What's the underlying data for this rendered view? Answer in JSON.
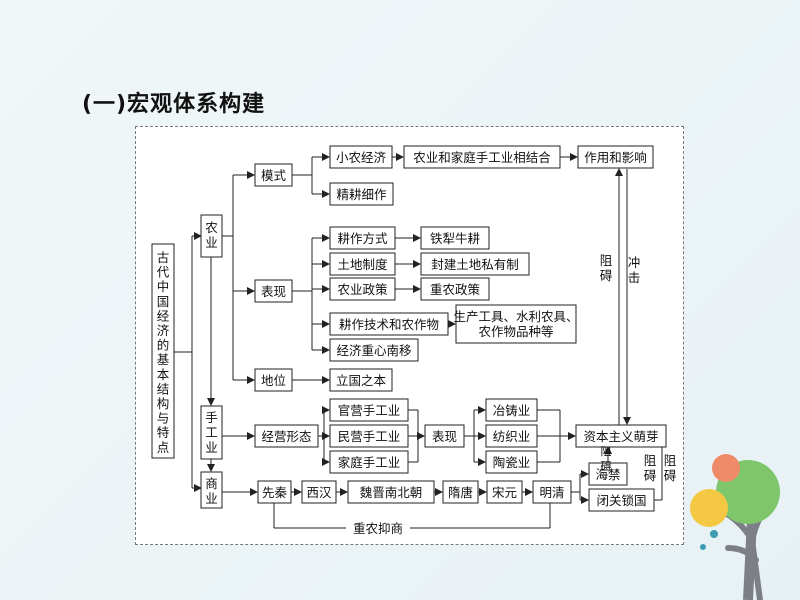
{
  "title": "(一)宏观体系构建",
  "nodes": {
    "root": "古代中国经济的基本结构与特点",
    "agri": "农业",
    "handi": "手工业",
    "comm": "商业",
    "mode": "模式",
    "smallfarm": "小农经济",
    "combine": "农业和家庭手工业相结合",
    "effect": "作用和影响",
    "intensive": "精耕细作",
    "perf": "表现",
    "farmway": "耕作方式",
    "ironox": "铁犁牛耕",
    "landsys": "土地制度",
    "feudalland": "封建土地私有制",
    "agripolicy": "农业政策",
    "physio": "重农政策",
    "tech": "耕作技术和农作物",
    "tools": "生产工具、水利农具、农作物品种等",
    "shift": "经济重心南移",
    "status": "地位",
    "foundation": "立国之本",
    "bizform": "经营形态",
    "govhand": "官营手工业",
    "privhand": "民营手工业",
    "homehand": "家庭手工业",
    "perf2": "表现",
    "metal": "冶铸业",
    "textile": "纺织业",
    "ceramic": "陶瓷业",
    "capital": "资本主义萌芽",
    "seaban": "海禁",
    "closed": "闭关锁国",
    "xianqin": "先秦",
    "xihan": "西汉",
    "weijin": "魏晋南北朝",
    "suitang": "隋唐",
    "songyuan": "宋元",
    "mingqing": "明清",
    "zhongnong": "重农抑商"
  },
  "edge_labels": {
    "obstruct": "阻碍",
    "impact": "冲击"
  }
}
